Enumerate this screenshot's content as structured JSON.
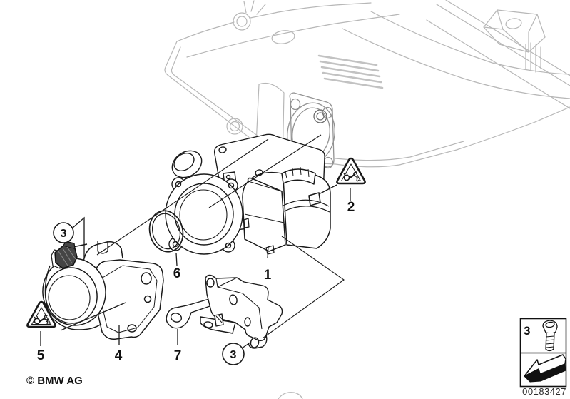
{
  "diagram": {
    "type": "parts-diagram",
    "subject": "throttle-body-with-actuator-on-intake-manifold",
    "copyright": "© BMW AG",
    "document_number": "00183427",
    "callouts": [
      {
        "id": "1",
        "label": "1",
        "style": "plain",
        "points_to": "throttle-actuator"
      },
      {
        "id": "2",
        "label": "2",
        "style": "warning-triangle",
        "points_to": "actuator-torque-note"
      },
      {
        "id": "3a",
        "label": "3",
        "style": "circled",
        "points_to": "screw-upper"
      },
      {
        "id": "3b",
        "label": "3",
        "style": "circled",
        "points_to": "screw-bracket"
      },
      {
        "id": "4",
        "label": "4",
        "style": "plain",
        "points_to": "throttle-body"
      },
      {
        "id": "5",
        "label": "5",
        "style": "warning-triangle",
        "points_to": "throttle-body-torque-note"
      },
      {
        "id": "6",
        "label": "6",
        "style": "plain",
        "points_to": "o-ring-seal"
      },
      {
        "id": "7",
        "label": "7",
        "style": "plain",
        "points_to": "support-bracket"
      }
    ],
    "legend_box": {
      "item_label": "3",
      "icons": [
        "screw-icon",
        "installation-direction-arrow-icon"
      ]
    },
    "warning_icon_name": "torque-warning-icon",
    "colors": {
      "background": "#ffffff",
      "line_dark": "#1a1a1a",
      "line_light": "#b7b7b7",
      "line_mid": "#929292",
      "screw_fill": "#454545"
    }
  }
}
